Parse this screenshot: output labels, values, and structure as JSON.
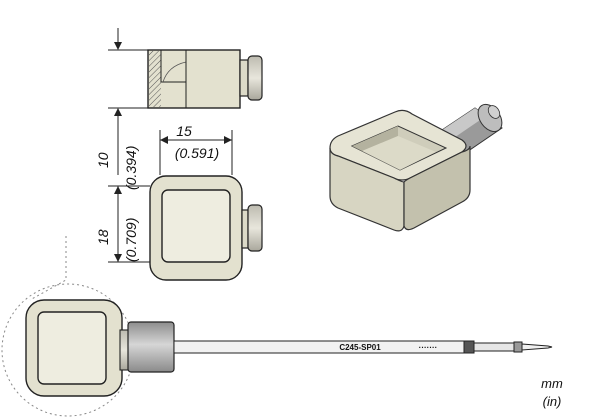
{
  "dimensions": {
    "height_mm": "10",
    "height_in": "(0.394)",
    "width_mm": "15",
    "width_in": "(0.591)",
    "depth_mm": "18",
    "depth_in": "(0.709)"
  },
  "part_number": "C245-SP01",
  "units": {
    "metric": "mm",
    "imperial": "(in)"
  },
  "colors": {
    "body_fill": "#e3e1cf",
    "body_dark": "#b8b6a3",
    "shaft_fill": "#a8a8a8",
    "line": "#222222"
  }
}
